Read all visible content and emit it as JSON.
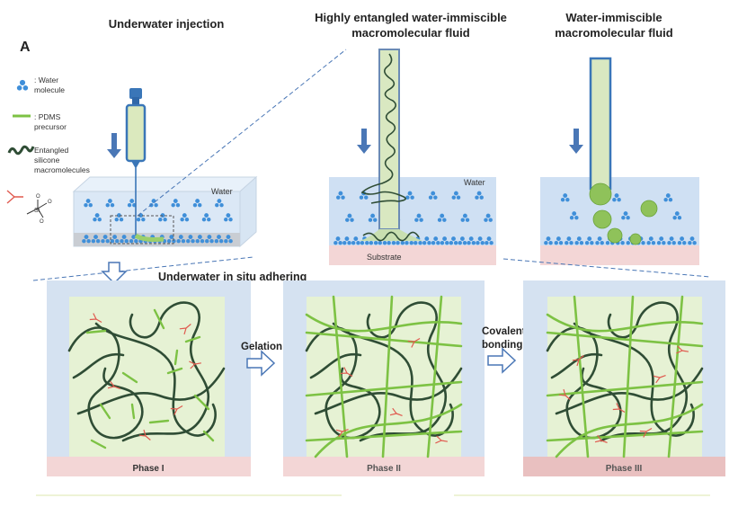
{
  "panel_letter": "A",
  "titles": {
    "injection": "Underwater injection",
    "entangled_fluid": [
      "Highly entangled water-immiscible",
      "macromolecular fluid"
    ],
    "immiscible_fluid": [
      "Water-immiscible",
      "macromolecular fluid"
    ]
  },
  "legend": {
    "water": ": Water\nmolecule",
    "pdms": ": PDMS\nprecursor",
    "entangled": "Entangled\nsilicone\nmacromolecules"
  },
  "labels": {
    "water_left": "Water",
    "water_mid": "Water",
    "substrate": "Substrate",
    "adhering": "Underwater in situ adhering",
    "gelation": "Gelation",
    "covalent": [
      "Covalent",
      "bonding"
    ],
    "phase1": "Phase I",
    "phase2": "Phase II",
    "phase3": "Phase III"
  },
  "colors": {
    "water_blue": "#cfe0f3",
    "water_molecule": "#3f8fd9",
    "pdms_green": "#7dc244",
    "chain_dark": "#2f4d35",
    "fluid_light": "#e6f2d4",
    "substrate_pink": "#f3d6d6",
    "arrow_blue": "#4a77b6",
    "bond_red": "#e05a4f"
  }
}
